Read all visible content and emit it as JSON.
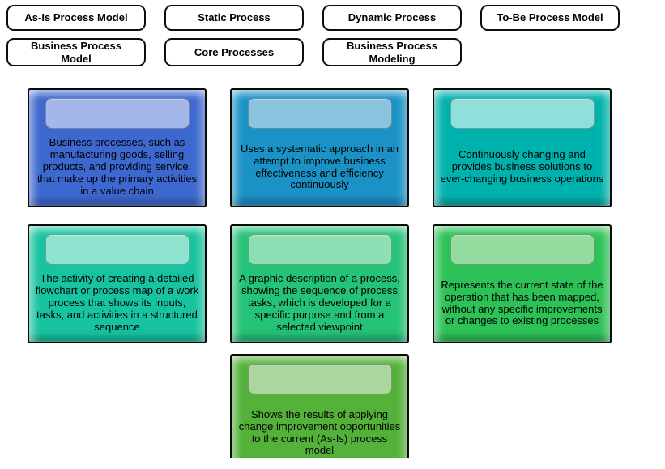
{
  "page": {
    "background_color": "#ffffff",
    "top_divider_color": "#d8d8d8"
  },
  "terms": [
    {
      "label": "As-Is Process Model"
    },
    {
      "label": "Static Process"
    },
    {
      "label": "Dynamic Process"
    },
    {
      "label": "To-Be Process Model"
    },
    {
      "label": "Business Process Model"
    },
    {
      "label": "Core Processes"
    },
    {
      "label": "Business Process Modeling"
    }
  ],
  "cards": [
    {
      "definition": "Business processes, such as manufacturing goods, selling products, and providing service, that make up the primary activities in a value chain",
      "body_color": "#3d68cf",
      "dropzone_color": "#a3b7e8"
    },
    {
      "definition": "Uses a systematic approach in an attempt to improve business effectiveness and efficiency continuously",
      "body_color": "#1b92c6",
      "dropzone_color": "#8cc4e0"
    },
    {
      "definition": "Continuously changing and provides business solutions to ever-changing business operations",
      "body_color": "#00b2ad",
      "dropzone_color": "#8fdfda"
    },
    {
      "definition": "The activity of creating a detailed flowchart or process map of a work process that shows its inputs, tasks, and activities in a structured sequence",
      "body_color": "#17c3a0",
      "dropzone_color": "#8de3cd"
    },
    {
      "definition": "A graphic description of a process, showing the sequence of process tasks, which is developed for a specific purpose and from a selected viewpoint",
      "body_color": "#25c377",
      "dropzone_color": "#8fdfb4"
    },
    {
      "definition": "Represents the current state of the operation that has been mapped, without any specific improvements or changes to existing processes",
      "body_color": "#2dc257",
      "dropzone_color": "#93db9e"
    },
    {
      "definition": "Shows the results of applying change improvement opportunities to the current (As-Is) process model",
      "body_color": "#54b23a",
      "dropzone_color": "#abd69e"
    }
  ]
}
